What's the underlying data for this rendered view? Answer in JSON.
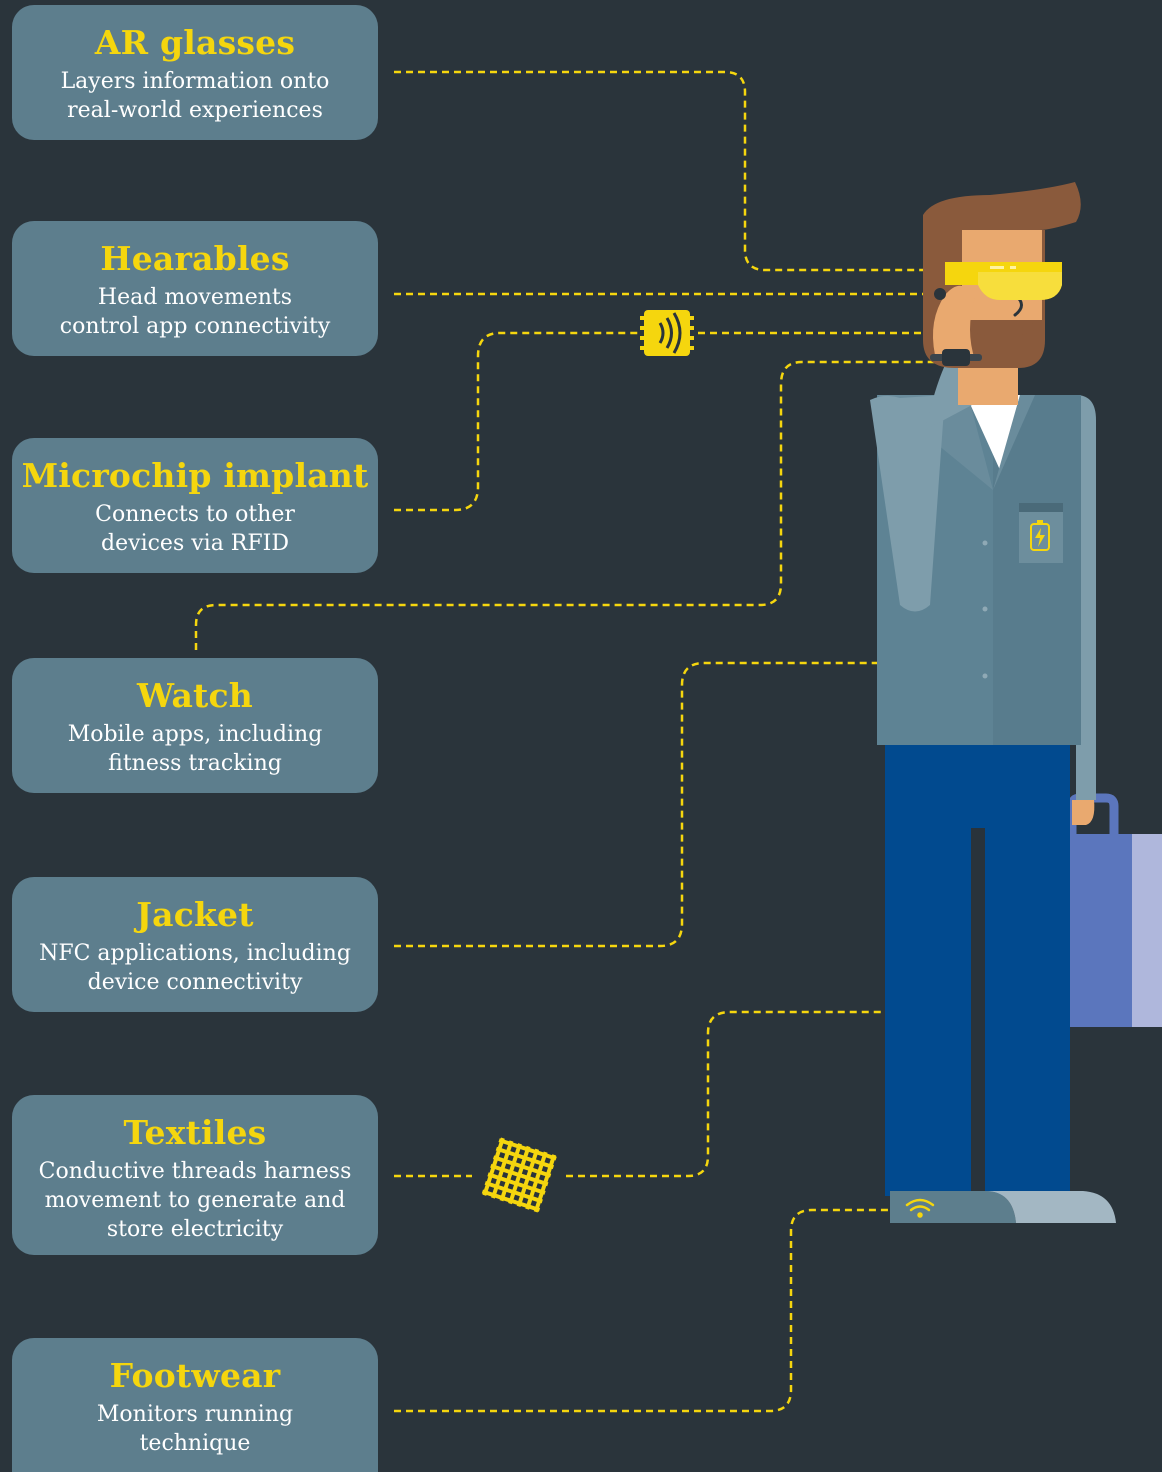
{
  "colors": {
    "background": "#2a343b",
    "card": "#5d7e8d",
    "accent": "#f5d60e",
    "jacket": "#5e8394",
    "trousers": "#014a8f",
    "suitcase": "#5b76bd",
    "beard": "#8a5a3c",
    "skin": "#e9a96f"
  },
  "items": [
    {
      "title": "AR glasses",
      "desc_lines": [
        "Layers information onto",
        "real-world experiences"
      ]
    },
    {
      "title": "Hearables",
      "desc_lines": [
        "Head movements",
        "control app connectivity"
      ]
    },
    {
      "title": "Microchip implant",
      "desc_lines": [
        "Connects to other",
        "devices via RFID"
      ]
    },
    {
      "title": "Watch",
      "desc_lines": [
        "Mobile apps, including",
        "fitness tracking"
      ]
    },
    {
      "title": "Jacket",
      "desc_lines": [
        "NFC applications, including",
        "device connectivity"
      ]
    },
    {
      "title": "Textiles",
      "desc_lines": [
        "Conductive threads harness",
        "movement to generate and",
        "store electricity"
      ]
    },
    {
      "title": "Footwear",
      "desc_lines": [
        "Monitors running",
        "technique"
      ]
    }
  ],
  "icons": [
    "microchip-icon",
    "textile-mesh-icon",
    "wifi-icon",
    "battery-icon"
  ]
}
